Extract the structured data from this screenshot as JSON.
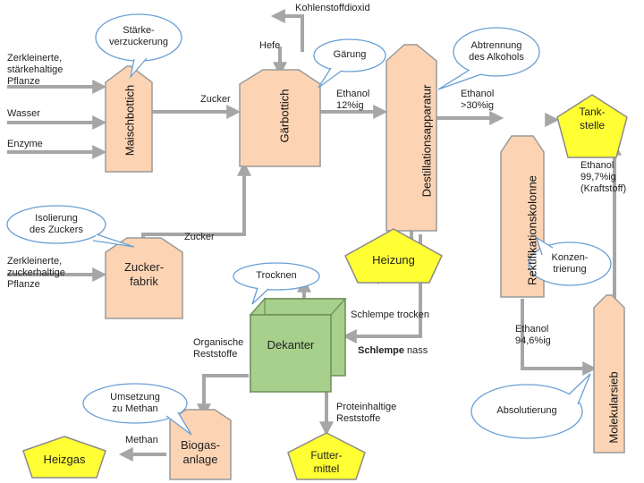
{
  "colors": {
    "box_fill": "#fcd4b4",
    "box_stroke": "#9a9a9a",
    "arrow": "#a6a6a6",
    "callout_fill": "#ffffff",
    "callout_stroke": "#6a9fd4",
    "pentagon_fill": "#ffff33",
    "pentagon_stroke": "#8b8b8b",
    "decanter_fill": "#a8d08d",
    "decanter_stroke": "#6a8f57"
  },
  "inputs": {
    "starch_plant": "Zerkleinerte,\nstärkehaltige\nPflanze",
    "water": "Wasser",
    "enzymes": "Enzyme",
    "sugar_plant": "Zerkleinerte,\nzuckerhaltige\nPflanze"
  },
  "units": {
    "mash_vat": "Maischbottich",
    "fermenter": "Gärbottich",
    "distillation": "Destillationsapparatur",
    "rectification": "Rektifikationskolonne",
    "sugar_factory": "Zucker-\nfabrik",
    "decanter": "Dekanter",
    "biogas_plant": "Biogas-\nanlage",
    "mol_sieve": "Molekularsieb"
  },
  "pentagons": {
    "tank": "Tank-\nstelle",
    "heating": "Heizung",
    "feed": "Futter-\nmittel",
    "heat_gas": "Heizgas"
  },
  "callouts": {
    "saccharification": "Stärke-\nverzuckerung",
    "fermentation": "Gärung",
    "alcohol_separation": "Abtrennung\ndes Alkohols",
    "sugar_isolation": "Isolierung\ndes Zuckers",
    "drying": "Trocknen",
    "concentration": "Konzen-\ntrierung",
    "methane_conversion": "Umsetzung\nzu Methan",
    "absolution": "Absolutierung"
  },
  "flow_labels": {
    "co2": "Kohlenstoffdioxid",
    "yeast": "Hefe",
    "sugar_top": "Zucker",
    "ethanol12": "Ethanol\n12%ig",
    "ethanol30": "Ethanol\n>30%ig",
    "ethanol997": "Ethanol\n99,7%ig\n(Kraftstoff)",
    "sugar_mid": "Zucker",
    "stillage_dry": "Schlempe trocken",
    "organic_residue": "Organische\nReststoffe",
    "stillage_wet_bold": "Schlempe",
    "stillage_wet_rest": " nass",
    "ethanol946": "Ethanol\n94,6%ig",
    "protein_residue": "Proteinhaltige\nReststoffe",
    "methane": "Methan"
  }
}
